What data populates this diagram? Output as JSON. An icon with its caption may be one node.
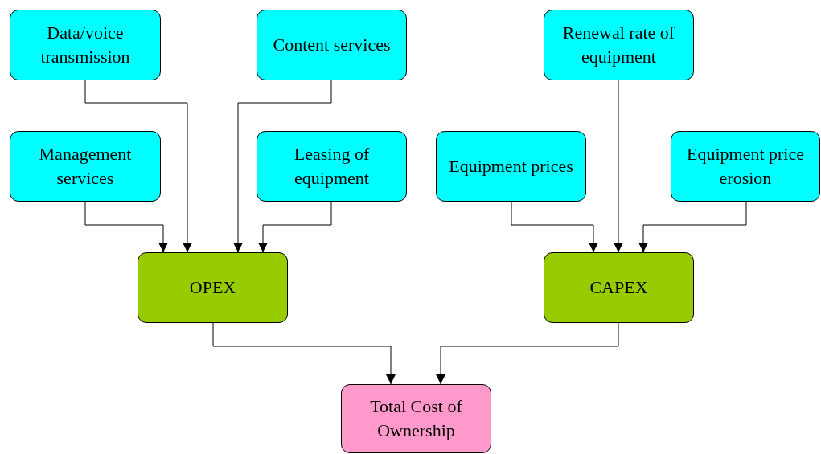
{
  "diagram": {
    "nodes": [
      {
        "text": [
          "Data/voice transmission"
        ]
      },
      {
        "text": [
          "Content services"
        ]
      },
      {
        "text": [
          "Renewal rate of equipment"
        ]
      },
      {
        "text": [
          "Management services"
        ]
      },
      {
        "text": [
          "Leasing of equipment"
        ]
      },
      {
        "text": [
          "Equipment prices"
        ]
      },
      {
        "text": [
          "Equipment price erosion"
        ]
      },
      {
        "text": [
          "OPEX"
        ]
      },
      {
        "text": [
          "CAPEX"
        ]
      },
      {
        "text": [
          "Total Cost of Ownership"
        ]
      }
    ],
    "edges": [
      {
        "from": 0,
        "to": 7,
        "arrow": "to"
      },
      {
        "from": 1,
        "to": 7,
        "arrow": "to"
      },
      {
        "from": 3,
        "to": 7,
        "arrow": "to"
      },
      {
        "from": 4,
        "to": 7,
        "arrow": "to"
      },
      {
        "from": 2,
        "to": 8,
        "arrow": "to"
      },
      {
        "from": 5,
        "to": 8,
        "arrow": "to"
      },
      {
        "from": 6,
        "to": 8,
        "arrow": "to"
      },
      {
        "from": 7,
        "to": 9,
        "arrow": "to"
      },
      {
        "from": 8,
        "to": 9,
        "arrow": "to"
      }
    ]
  }
}
